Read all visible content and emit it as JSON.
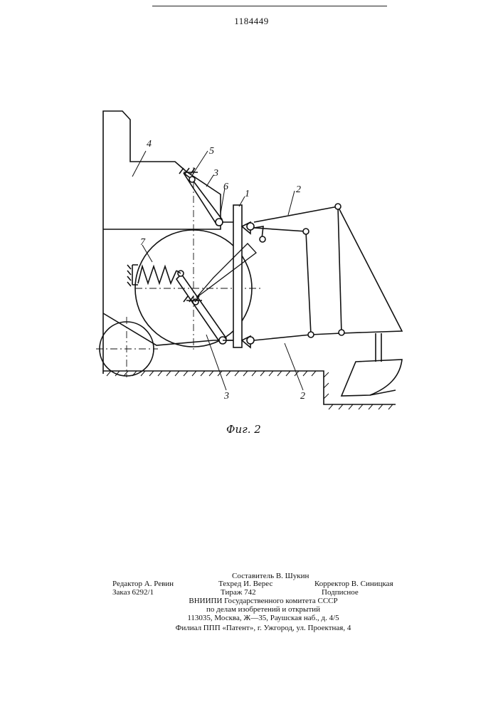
{
  "header": {
    "patent_number": "1184449"
  },
  "figure": {
    "caption": "Фиг. 2",
    "labels": {
      "l1": "1",
      "l2a": "2",
      "l2b": "2",
      "l3a": "3",
      "l3b": "3",
      "l4": "4",
      "l5": "5",
      "l6": "6",
      "l7": "7"
    }
  },
  "imprint": {
    "compiler": "Составитель В. Шукин",
    "editor": "Редактор А. Ревин",
    "techred": "Техред И. Верес",
    "corrector": "Корректор В. Синицкая",
    "order": "Заказ 6292/1",
    "circulation": "Тираж 742",
    "subscription": "Подписное",
    "org_line1": "ВНИИПИ Государственного комитета СССР",
    "org_line2": "по делам изобретений и открытий",
    "org_line3": "113035, Москва, Ж—35, Раушская наб., д. 4/5",
    "branch": "Филиал ППП «Патент», г. Ужгород, ул. Проектная, 4"
  }
}
